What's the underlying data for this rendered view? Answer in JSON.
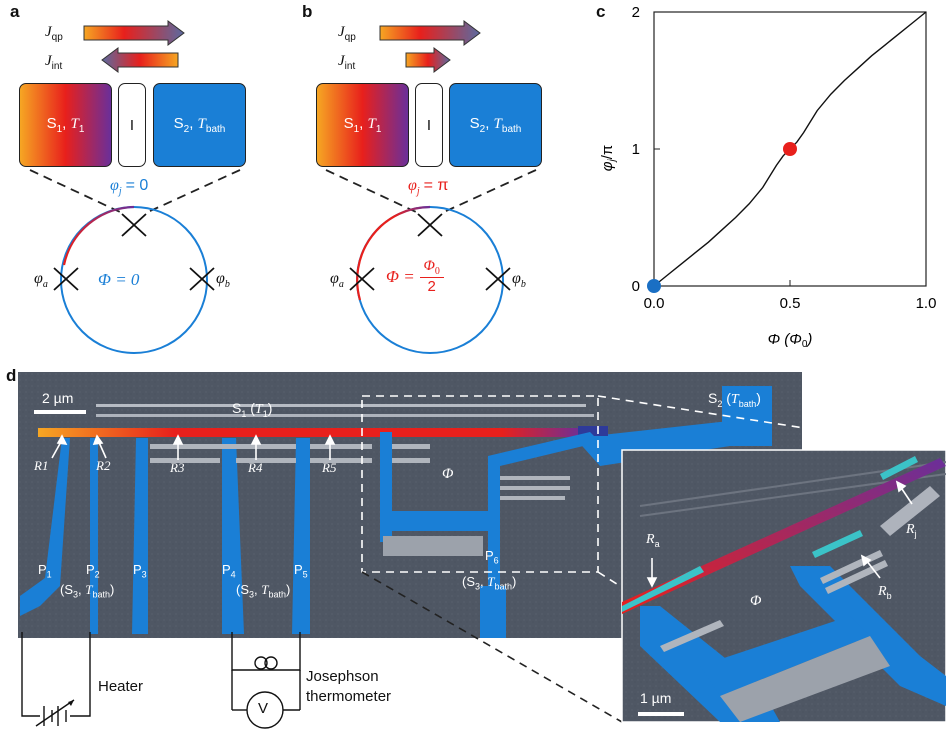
{
  "panels": {
    "a": {
      "label": "a",
      "j_qp": "J",
      "j_qp_sub": "qp",
      "j_int": "J",
      "j_int_sub": "int",
      "s1": "S",
      "s1_sub": "1",
      "s1_t": "T",
      "s1_t_sub": "1",
      "insulator": "I",
      "s2": "S",
      "s2_sub": "2",
      "s2_t": "T",
      "s2_t_sub": "bath",
      "phase_j": "φ",
      "phase_j_sub": "j",
      "phase_j_val": "= 0",
      "flux": "Φ = 0",
      "phi_a": "φ",
      "phi_a_sub": "a",
      "phi_b": "φ",
      "phi_b_sub": "b"
    },
    "b": {
      "label": "b",
      "j_qp": "J",
      "j_qp_sub": "qp",
      "j_int": "J",
      "j_int_sub": "int",
      "s1": "S",
      "s1_sub": "1",
      "s1_t": "T",
      "s1_t_sub": "1",
      "insulator": "I",
      "s2": "S",
      "s2_sub": "2",
      "s2_t": "T",
      "s2_t_sub": "bath",
      "phase_j": "φ",
      "phase_j_sub": "j",
      "phase_j_val": "= π",
      "flux_lhs": "Φ =",
      "flux_num": "Φ",
      "flux_num_sub": "0",
      "flux_den": "2",
      "phi_a": "φ",
      "phi_a_sub": "a",
      "phi_b": "φ",
      "phi_b_sub": "b"
    },
    "c": {
      "label": "c"
    },
    "d": {
      "label": "d",
      "scale": "2 µm",
      "inset_scale": "1 µm",
      "s1_label": "S",
      "s1_sub": "1",
      "s1_t": "T",
      "s1_t_sub": "1",
      "s2_label": "S",
      "s2_sub": "2",
      "s2_t": "T",
      "s2_t_sub": "bath",
      "flux": "Φ",
      "inset_flux": "Φ",
      "resistors": [
        "R1",
        "R2",
        "R3",
        "R4",
        "R5"
      ],
      "r_sub": [
        "1",
        "2",
        "3",
        "4",
        "5"
      ],
      "probes": [
        "P",
        "P",
        "P",
        "P",
        "P",
        "P"
      ],
      "p_sub": [
        "1",
        "2",
        "3",
        "4",
        "5",
        "6"
      ],
      "s3_group_1": "(S",
      "s3_group_sub": "3",
      "s3_group_mid": ", ",
      "s3_group_t": "T",
      "s3_group_t_sub": "bath",
      "s3_group_end": ")",
      "inset_ra": "R",
      "inset_ra_sub": "a",
      "inset_rb": "R",
      "inset_rb_sub": "b",
      "inset_rj": "R",
      "inset_rj_sub": "j",
      "heater": "Heater",
      "thermometer_1": "Josephson",
      "thermometer_2": "thermometer",
      "voltmeter": "V"
    }
  },
  "chart_data": {
    "type": "line",
    "title": "",
    "xlabel": "Φ (Φ0)",
    "ylabel": "φj/π",
    "xlim": [
      0,
      1.0
    ],
    "ylim": [
      0,
      2
    ],
    "xticks": [
      "0.0",
      "0.5",
      "1.0"
    ],
    "yticks": [
      "0",
      "1",
      "2"
    ],
    "series": [
      {
        "x": [
          0,
          0.05,
          0.1,
          0.15,
          0.2,
          0.25,
          0.3,
          0.35,
          0.4,
          0.45,
          0.475,
          0.5,
          0.525,
          0.55,
          0.6,
          0.65,
          0.7,
          0.75,
          0.8,
          0.85,
          0.9,
          0.95,
          1.0
        ],
        "y": [
          0,
          0.08,
          0.16,
          0.24,
          0.32,
          0.41,
          0.5,
          0.6,
          0.72,
          0.88,
          0.95,
          1.0,
          1.05,
          1.12,
          1.28,
          1.4,
          1.5,
          1.59,
          1.68,
          1.76,
          1.84,
          1.92,
          2.0
        ]
      }
    ],
    "markers": [
      {
        "x": 0.0,
        "y": 0.0,
        "color": "#1a6fc4"
      },
      {
        "x": 0.5,
        "y": 1.0,
        "color": "#e8201c"
      }
    ]
  },
  "colors": {
    "blue": "#1a7fd6",
    "red": "#e8201c",
    "orange": "#f6a623",
    "purple": "#6a2f9a",
    "sem": "#4d5561"
  }
}
